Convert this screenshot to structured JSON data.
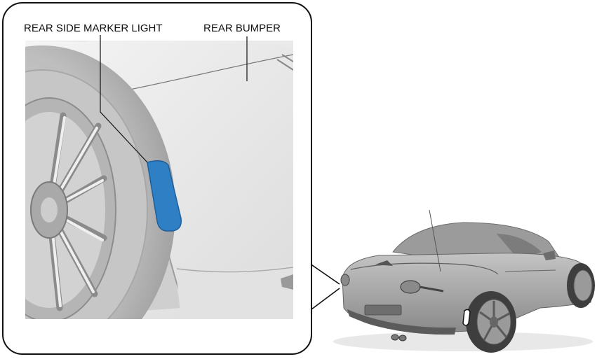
{
  "diagram": {
    "labels": {
      "side_marker": "REAR SIDE MARKER LIGHT",
      "bumper": "REAR BUMPER"
    },
    "colors": {
      "highlight": "#2f7fc4",
      "highlight_edge": "#1d5f9c",
      "frame": "#111111",
      "body_light": "#e6e6e6",
      "body_mid": "#c9c9c9",
      "body_dark": "#8e8e8e"
    },
    "parts": {
      "detail_view": "rear-left-fender-closeup",
      "overview": "roadster-rear-three-quarter-view"
    }
  }
}
